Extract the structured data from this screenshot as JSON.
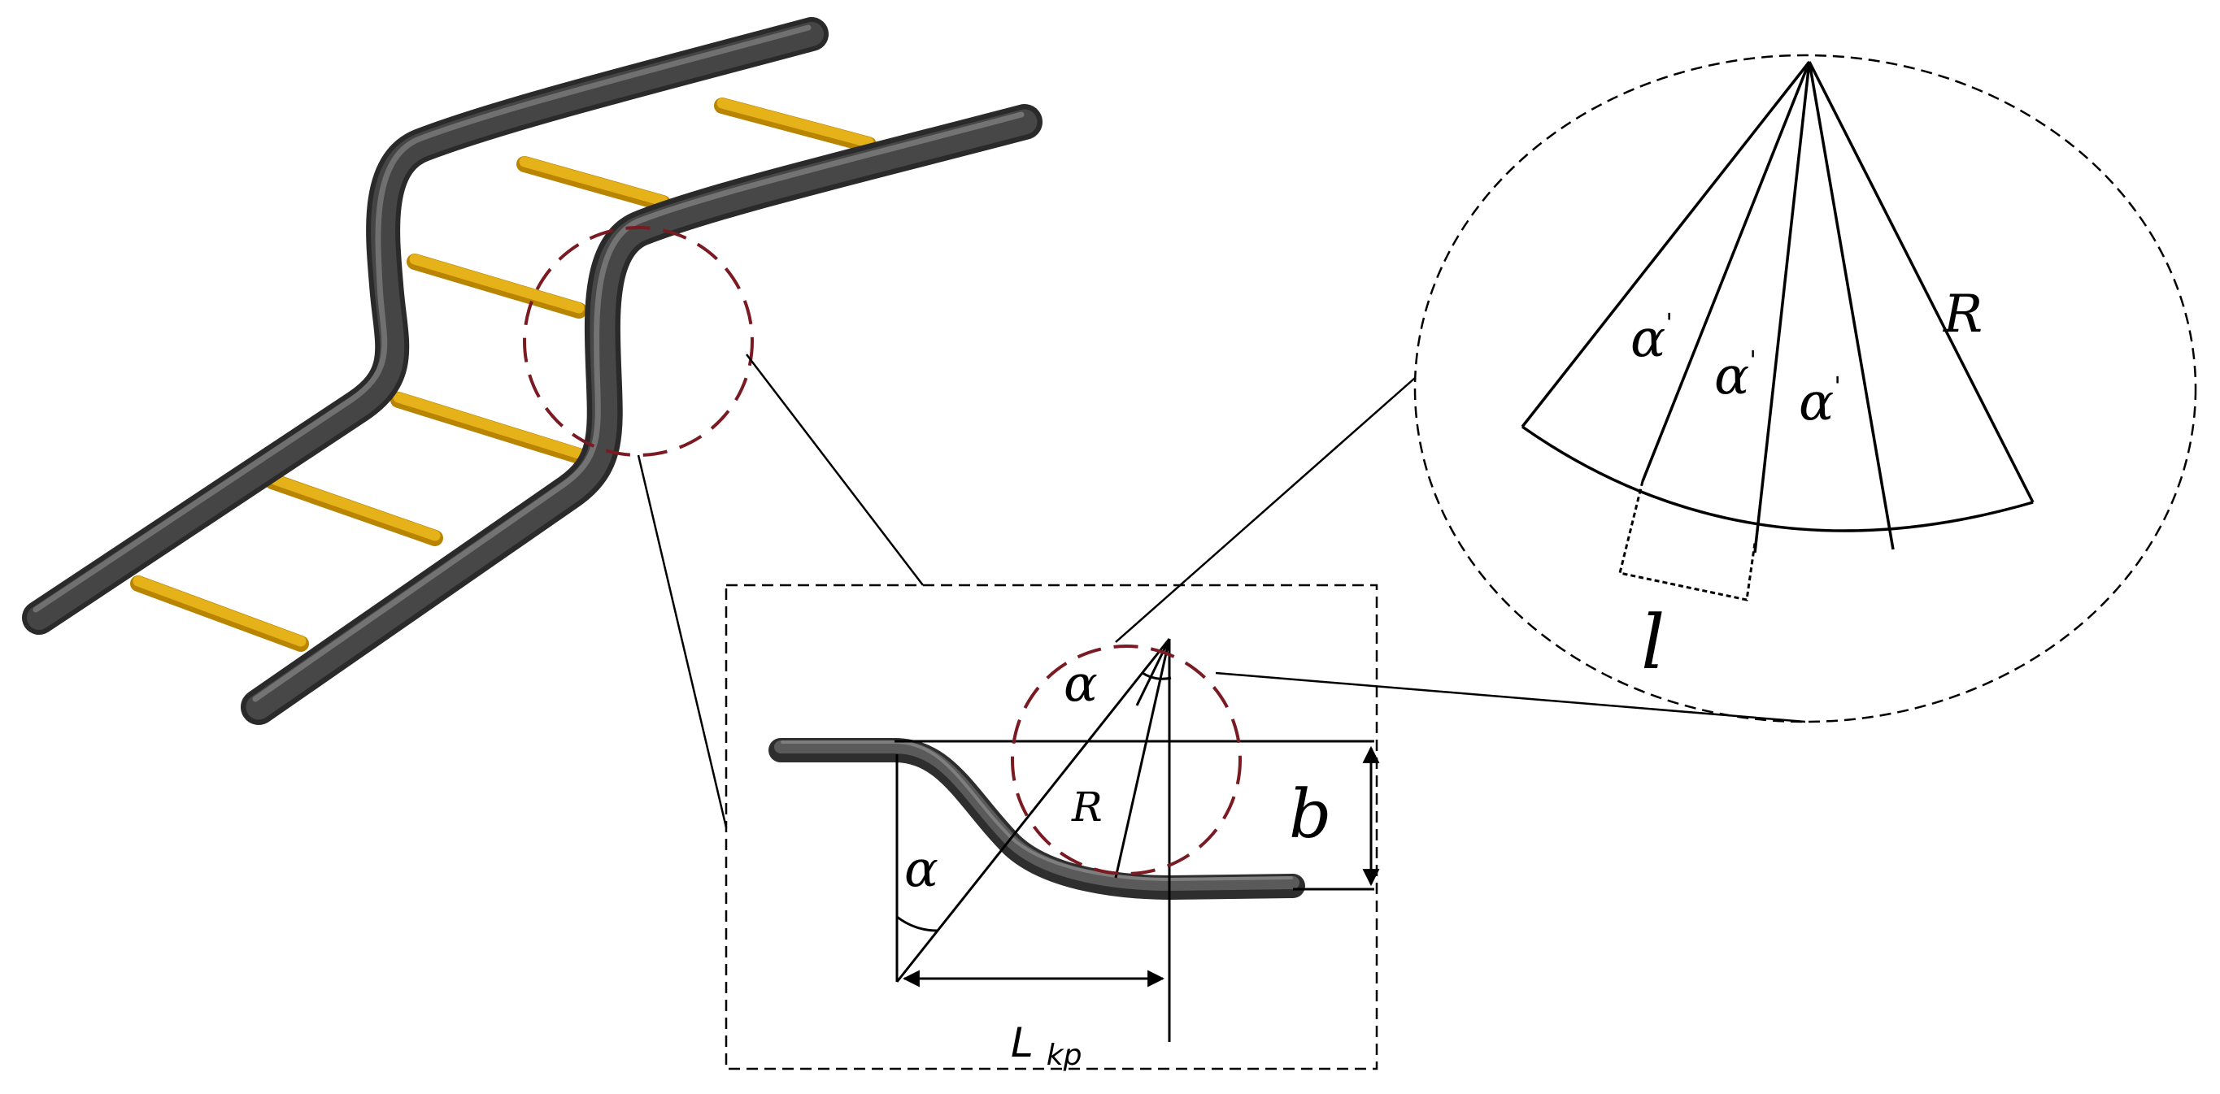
{
  "labels": {
    "alpha": "α",
    "alpha_prime": "α",
    "prime_mark": "'",
    "radius": "R",
    "arc_length": "l",
    "offset": "b",
    "length_main": "L",
    "length_sub": "kp"
  },
  "colors": {
    "rail_dark": "#3c3c3c",
    "rail_mid": "#555555",
    "rail_highlight": "#8a8a8a",
    "rung": "#e0a810",
    "rung_shadow": "#b98400",
    "highlight_circle": "#7a1a22",
    "line": "#000000"
  },
  "icons": {
    "ladder": "ladder-3d-illustration",
    "arrow": "double-headed-arrow"
  }
}
